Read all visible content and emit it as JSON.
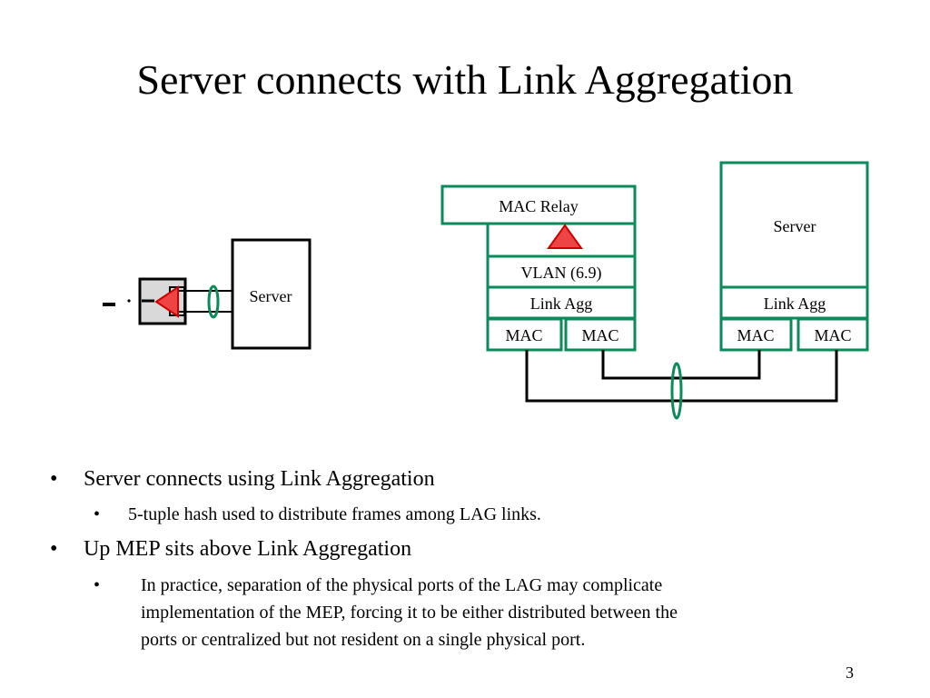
{
  "slide": {
    "title": "Server connects with Link Aggregation",
    "page_number": "3"
  },
  "left_diagram": {
    "server_label": "Server"
  },
  "right_diagram": {
    "bridge": {
      "mac_relay": "MAC Relay",
      "vlan": "VLAN (6.9)",
      "link_agg": "Link Agg",
      "mac_1": "MAC",
      "mac_2": "MAC"
    },
    "server": {
      "label": "Server",
      "link_agg": "Link Agg",
      "mac_1": "MAC",
      "mac_2": "MAC"
    }
  },
  "colors": {
    "box_border": "#0b8a5a",
    "mep_fill": "#ee4444",
    "mep_stroke": "#cc0000",
    "port_fill": "#d9d9d9"
  },
  "icons": [
    "mep-triangle-icon",
    "lag-ellipse-icon"
  ],
  "bullets": [
    {
      "text": "Server connects using Link Aggregation",
      "sub": [
        "5-tuple hash used to distribute frames among LAG links."
      ]
    },
    {
      "text": "Up MEP sits above Link Aggregation",
      "sub": [
        "In practice, separation of the physical ports of the LAG may complicate",
        "implementation of the MEP, forcing it to be either distributed between the",
        "ports or centralized but not resident on a single physical port."
      ]
    }
  ]
}
